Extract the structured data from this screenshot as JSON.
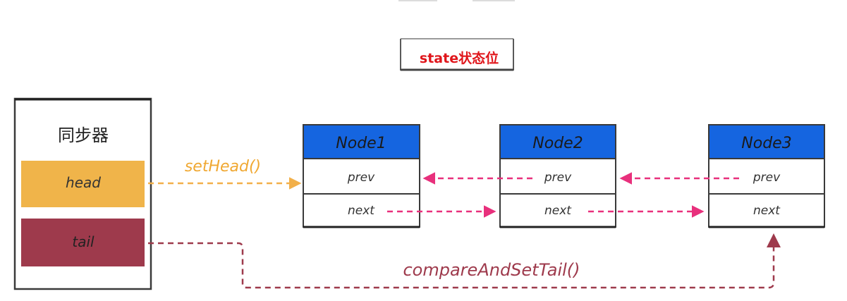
{
  "state_box": {
    "label": "state状态位"
  },
  "synchronizer": {
    "title": "同步器",
    "head_label": "head",
    "tail_label": "tail",
    "colors": {
      "head": "#f0b44a",
      "tail": "#9e3a4c"
    }
  },
  "nodes": [
    {
      "title": "Node1",
      "prev": "prev",
      "next": "next"
    },
    {
      "title": "Node2",
      "prev": "prev",
      "next": "next"
    },
    {
      "title": "Node3",
      "prev": "prev",
      "next": "next"
    }
  ],
  "arrows": {
    "set_head": "setHead()",
    "compare_and_set_tail": "compareAndSetTail()"
  },
  "colors": {
    "node_header": "#1565e0",
    "state_text": "#e0161b",
    "head_arrow": "#f2b04a",
    "list_arrow": "#e8307c",
    "tail_arrow": "#9e3a4c",
    "outline": "#3a3a3a"
  }
}
